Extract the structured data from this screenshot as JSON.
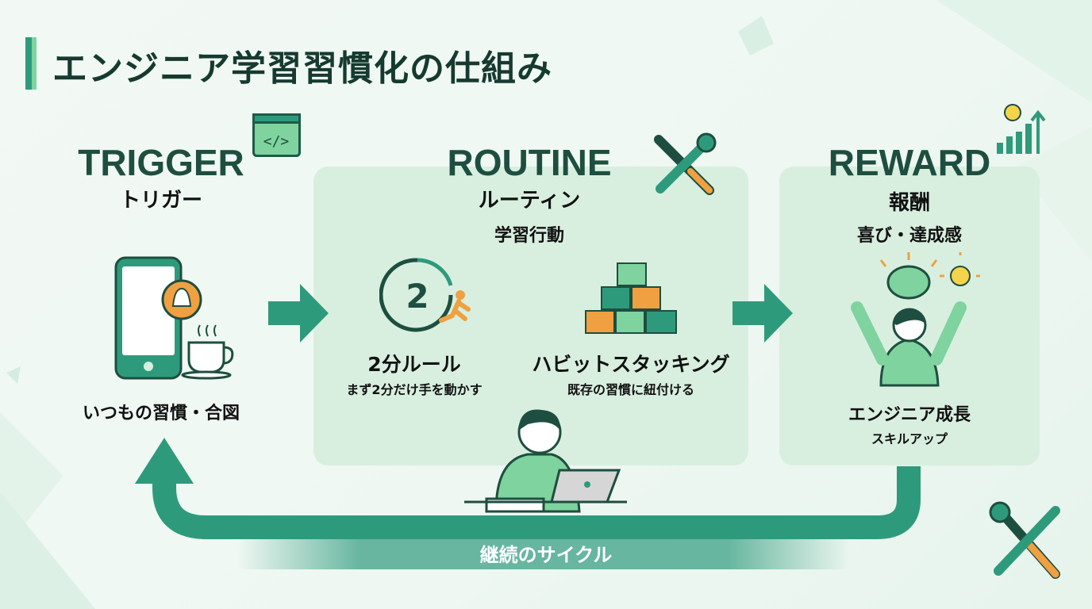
{
  "title": "エンジニア学習習慣化の仕組み",
  "trigger": {
    "en": "TRIGGER",
    "jp": "トリガー",
    "caption": "いつもの習慣・合図"
  },
  "routine": {
    "en": "ROUTINE",
    "jp": "ルーティン",
    "sub": "学習行動",
    "items": [
      {
        "title": "2分ルール",
        "desc": "まず2分だけ手を動かす",
        "icon_text": "2"
      },
      {
        "title": "ハビットスタッキング",
        "desc": "既存の習慣に紐付ける"
      }
    ]
  },
  "reward": {
    "en": "REWARD",
    "jp": "報酬",
    "sub": "喜び・達成感",
    "caption": "エンジニア成長",
    "caption_sub": "スキルアップ"
  },
  "cycle_label": "継続のサイクル",
  "code_icon_text": "</>",
  "colors": {
    "primary": "#2e9a7c",
    "dark": "#1e4e3f",
    "light_green": "#7fd39e",
    "panel": "#d8efe0",
    "orange": "#f0a040"
  }
}
